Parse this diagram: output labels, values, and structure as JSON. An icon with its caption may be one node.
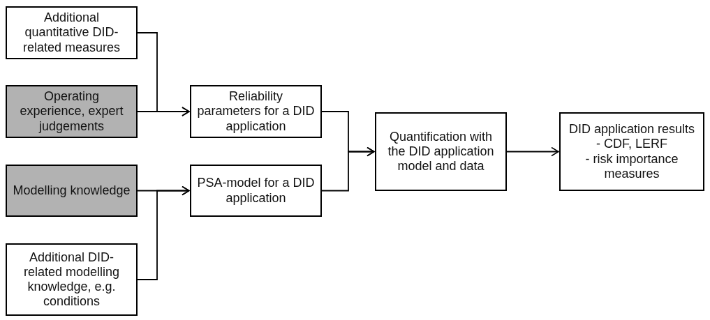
{
  "diagram": {
    "nodes": [
      {
        "text": [
          "Additional quantitative DID-related measures"
        ]
      },
      {
        "text": [
          "Operating experience, expert judgements"
        ]
      },
      {
        "text": [
          "Modelling knowledge"
        ]
      },
      {
        "text": [
          "Additional DID-related modelling knowledge, e.g. conditions"
        ]
      },
      {
        "text": [
          "Reliability parameters for a DID application"
        ]
      },
      {
        "text": [
          "PSA-model for a DID application"
        ]
      },
      {
        "text": [
          "Quantification with the DID application model and data"
        ]
      },
      {
        "text": [
          "DID application results",
          "- CDF, LERF",
          "- risk importance measures"
        ]
      }
    ],
    "edges": [
      {
        "from": 0,
        "to": 4,
        "arrow": "to"
      },
      {
        "from": 1,
        "to": 4,
        "arrow": "to"
      },
      {
        "from": 2,
        "to": 5,
        "arrow": "to"
      },
      {
        "from": 3,
        "to": 5,
        "arrow": "to"
      },
      {
        "from": 4,
        "to": 6,
        "arrow": "to"
      },
      {
        "from": 5,
        "to": 6,
        "arrow": "to"
      },
      {
        "from": 6,
        "to": 7,
        "arrow": "to"
      }
    ]
  }
}
